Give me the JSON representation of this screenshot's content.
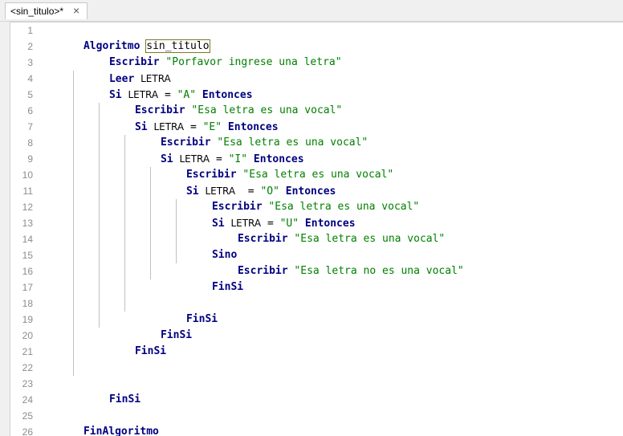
{
  "tab": {
    "title": "<sin_titulo>*",
    "close": "×"
  },
  "line_numbers": [
    "1",
    "2",
    "3",
    "4",
    "5",
    "6",
    "7",
    "8",
    "9",
    "10",
    "11",
    "12",
    "13",
    "14",
    "15",
    "16",
    "17",
    "18",
    "19",
    "20",
    "21",
    "22",
    "23",
    "24",
    "25",
    "26"
  ],
  "code": {
    "l1": {
      "kw": "Algoritmo",
      "name": "sin_titulo"
    },
    "l2": {
      "kw": "Escribir",
      "str": "\"Porfavor ingrese una letra\""
    },
    "l3": {
      "kw": "Leer",
      "id": "LETRA"
    },
    "l4": {
      "kw": "Si",
      "id": "LETRA",
      "op": "=",
      "str": "\"A\"",
      "kw2": "Entonces"
    },
    "l5": {
      "kw": "Escribir",
      "str": "\"Esa letra es una vocal\""
    },
    "l6": {
      "kw": "Si",
      "id": "LETRA",
      "op": "=",
      "str": "\"E\"",
      "kw2": "Entonces"
    },
    "l7": {
      "kw": "Escribir",
      "str": "\"Esa letra es una vocal\""
    },
    "l8": {
      "kw": "Si",
      "id": "LETRA",
      "op": "=",
      "str": "\"I\"",
      "kw2": "Entonces"
    },
    "l9": {
      "kw": "Escribir",
      "str": "\"Esa letra es una vocal\""
    },
    "l10": {
      "kw": "Si",
      "id": "LETRA",
      "op": "=",
      "str": "\"O\"",
      "kw2": "Entonces"
    },
    "l11": {
      "kw": "Escribir",
      "str": "\"Esa letra es una vocal\""
    },
    "l12": {
      "kw": "Si",
      "id": "LETRA",
      "op": "=",
      "str": "\"U\"",
      "kw2": "Entonces"
    },
    "l13": {
      "kw": "Escribir",
      "str": "\"Esa letra es una vocal\""
    },
    "l14": {
      "kw": "Sino"
    },
    "l15": {
      "kw": "Escribir",
      "str": "\"Esa letra no es una vocal\""
    },
    "l16": {
      "kw": "FinSi"
    },
    "l18": {
      "kw": "FinSi"
    },
    "l19": {
      "kw": "FinSi"
    },
    "l20": {
      "kw": "FinSi"
    },
    "l23": {
      "kw": "FinSi"
    },
    "l25": {
      "kw": "FinAlgoritmo"
    }
  }
}
